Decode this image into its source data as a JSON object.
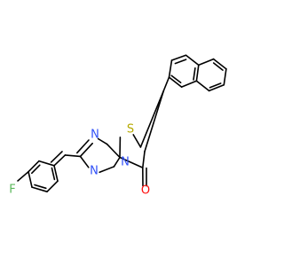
{
  "molecule": {
    "atom_labels": {
      "sulfur": "S",
      "nitrogen_1": "N",
      "nitrogen_2": "N",
      "nitrogen_3": "N",
      "oxygen": "O",
      "fluorine": "F"
    },
    "colors": {
      "bond": "#000000",
      "sulfur": "#b5a900",
      "nitrogen": "#3050f8",
      "oxygen": "#ff0d0d",
      "fluorine": "#5cb85c",
      "background": "#ffffff"
    }
  }
}
